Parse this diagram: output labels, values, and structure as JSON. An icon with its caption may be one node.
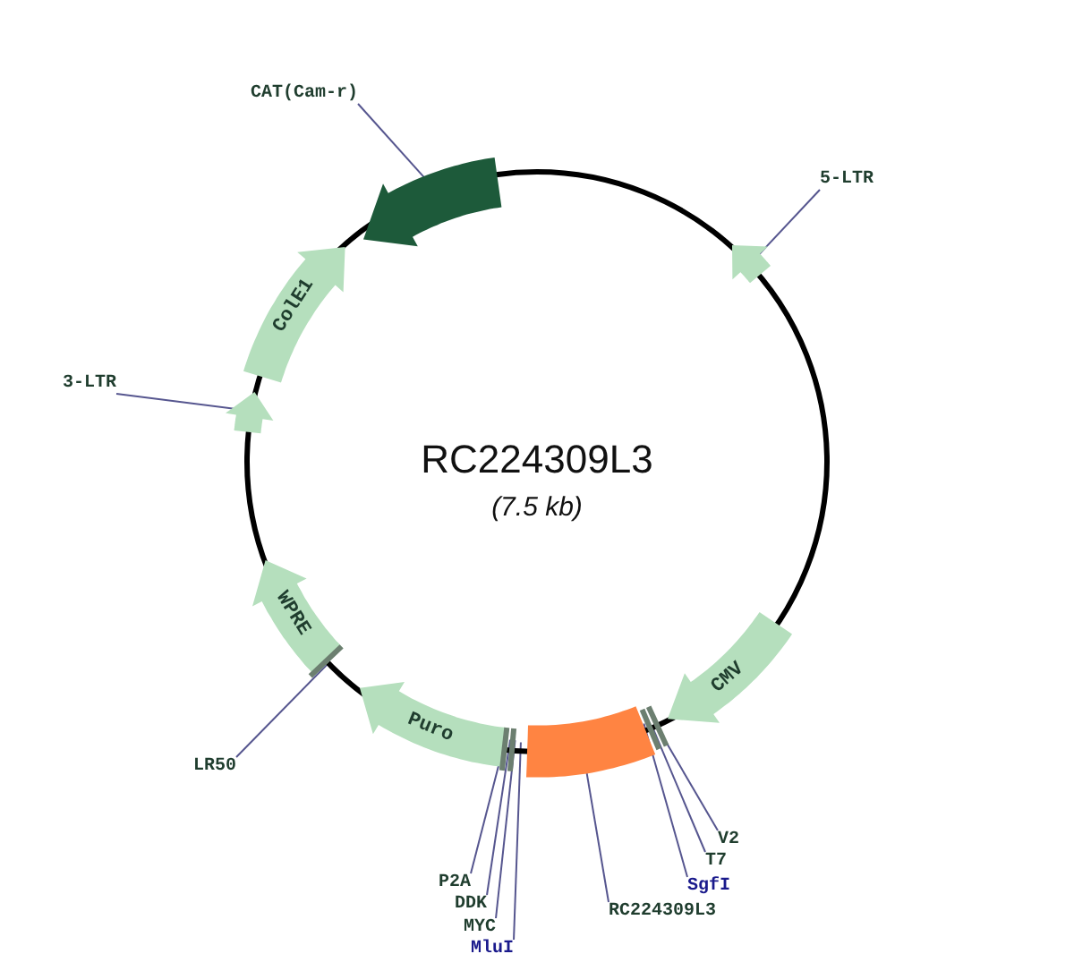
{
  "diagram": {
    "title": "RC224309L3",
    "nodes": [
      {
        "text": [
          "CAT(Cam-r)"
        ]
      },
      {
        "text": [],
        "shape": "arrow"
      },
      {
        "text": [
          "5-LTR"
        ]
      },
      {
        "text": [],
        "shape": "arrow"
      },
      {
        "text": [
          "ColE1"
        ]
      },
      {
        "text": [
          "3-LTR"
        ]
      },
      {
        "text": [],
        "shape": "arrow"
      },
      {
        "text": [
          "WPRE"
        ]
      },
      {
        "text": [
          "CMV"
        ]
      },
      {
        "text": [
          "LR50"
        ]
      },
      {
        "text": [
          "Puro"
        ]
      },
      {
        "text": [
          "V2"
        ]
      },
      {
        "text": [
          "T7"
        ]
      },
      {
        "text": [
          "P2A"
        ]
      },
      {
        "text": [
          "SgfI"
        ]
      },
      {
        "text": [
          "DDK"
        ]
      },
      {
        "text": [
          "RC224309L3"
        ]
      },
      {
        "text": [],
        "shape": "bar"
      },
      {
        "text": [
          "MYC"
        ]
      },
      {
        "text": [
          "MluI"
        ]
      }
    ],
    "edges": [
      {
        "from": 0,
        "to": 1,
        "arrow": "none"
      },
      {
        "from": 2,
        "to": 3,
        "arrow": "none"
      },
      {
        "from": 5,
        "to": 6,
        "arrow": "none"
      },
      {
        "from": 9,
        "to": 7,
        "arrow": "none"
      },
      {
        "from": 11,
        "to": 17,
        "arrow": "none"
      },
      {
        "from": 12,
        "to": 17,
        "arrow": "none"
      },
      {
        "from": 13,
        "to": 10,
        "arrow": "none"
      },
      {
        "from": 14,
        "to": 17,
        "arrow": "none"
      },
      {
        "from": 15,
        "to": 10,
        "arrow": "none"
      },
      {
        "from": 16,
        "to": 17,
        "arrow": "none"
      },
      {
        "from": 18,
        "to": 10,
        "arrow": "none"
      },
      {
        "from": 19,
        "to": 17,
        "arrow": "none"
      }
    ],
    "labels": [
      "(7.5 kb)"
    ]
  }
}
